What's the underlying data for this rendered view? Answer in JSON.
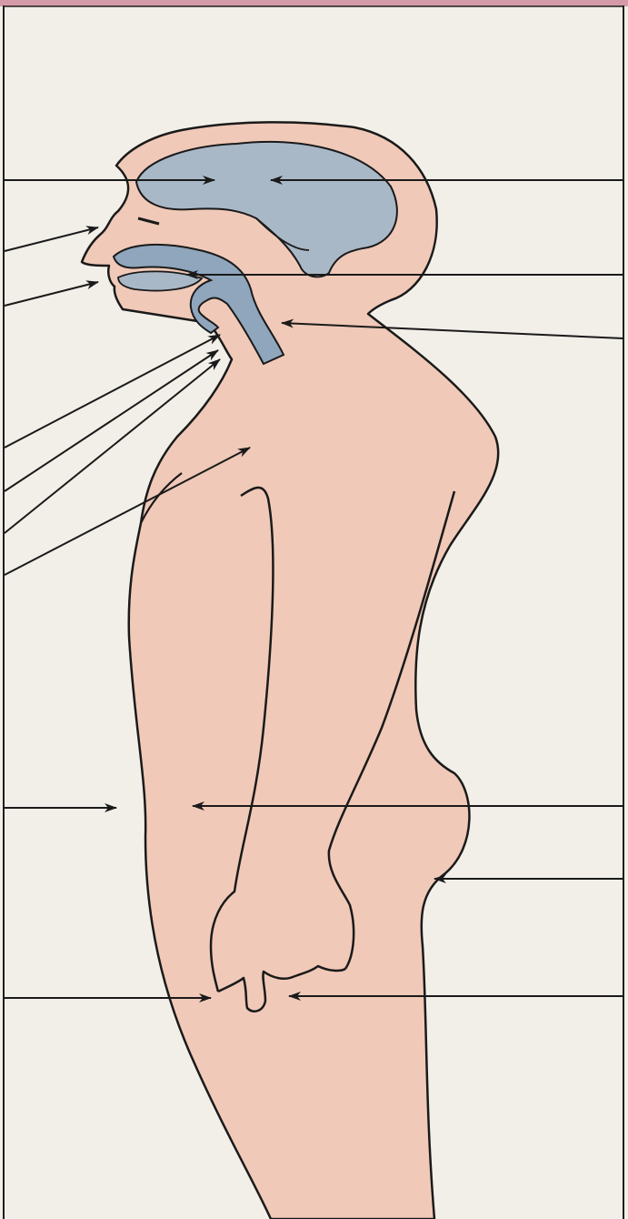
{
  "figure": {
    "description_hidden": "",
    "colors": {
      "top_band": "#d59aa8",
      "paper": "#f2efe9",
      "frame_line": "#1e1e1e",
      "skin": "#f0c9b8",
      "organ": "#a9b8c7",
      "organ_dark": "#8fa6bd",
      "outline": "#1a1a1a",
      "leader": "#1a1a1a"
    },
    "parts": [
      "brain",
      "nose",
      "mouth",
      "tongue",
      "pharynx",
      "throat",
      "chest",
      "arm",
      "hand",
      "abdomen",
      "buttock",
      "thigh"
    ],
    "leader_lines": [
      "brain-left",
      "brain-right",
      "nose",
      "mouth",
      "tongue",
      "pharynx",
      "throat-1",
      "throat-2",
      "throat-3",
      "chest",
      "waist-left",
      "waist-right",
      "buttock",
      "thigh-left",
      "thigh-right"
    ]
  }
}
